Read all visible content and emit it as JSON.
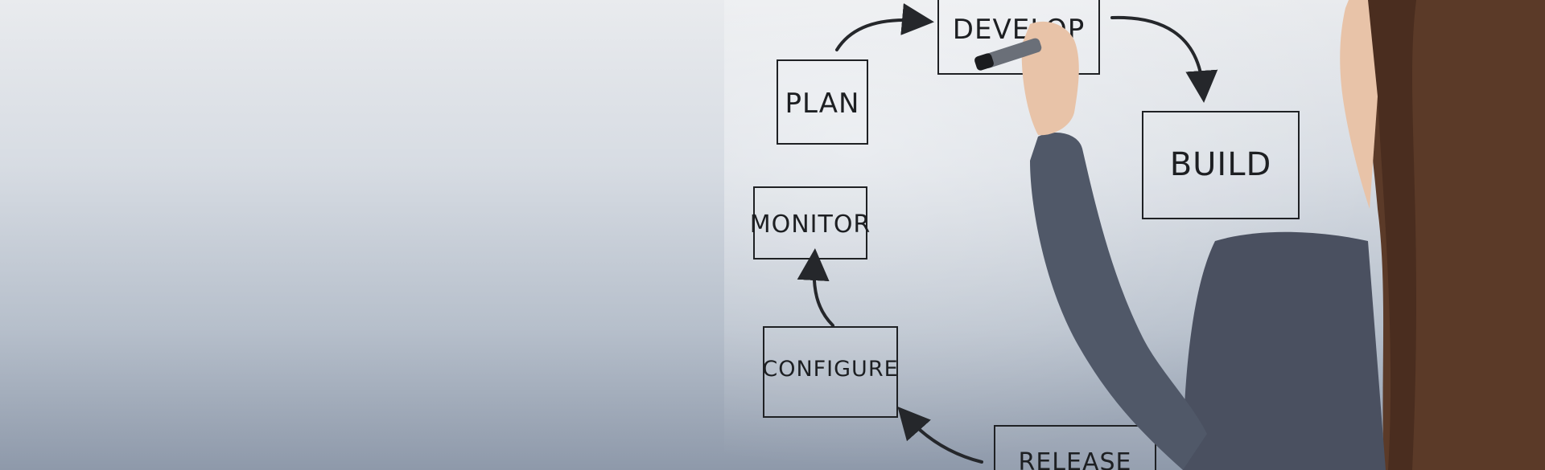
{
  "diagram": {
    "boxes": {
      "develop": "DEVELOP",
      "plan": "PLAN",
      "build": "BUILD",
      "monitor": "MONITOR",
      "configure": "CONFIGURE",
      "release": "RELEASE"
    }
  },
  "colors": {
    "marker_ink": "#1f2124",
    "suit": "#4a5060",
    "hair": "#5b3a28",
    "skin": "#e8c3a8"
  }
}
